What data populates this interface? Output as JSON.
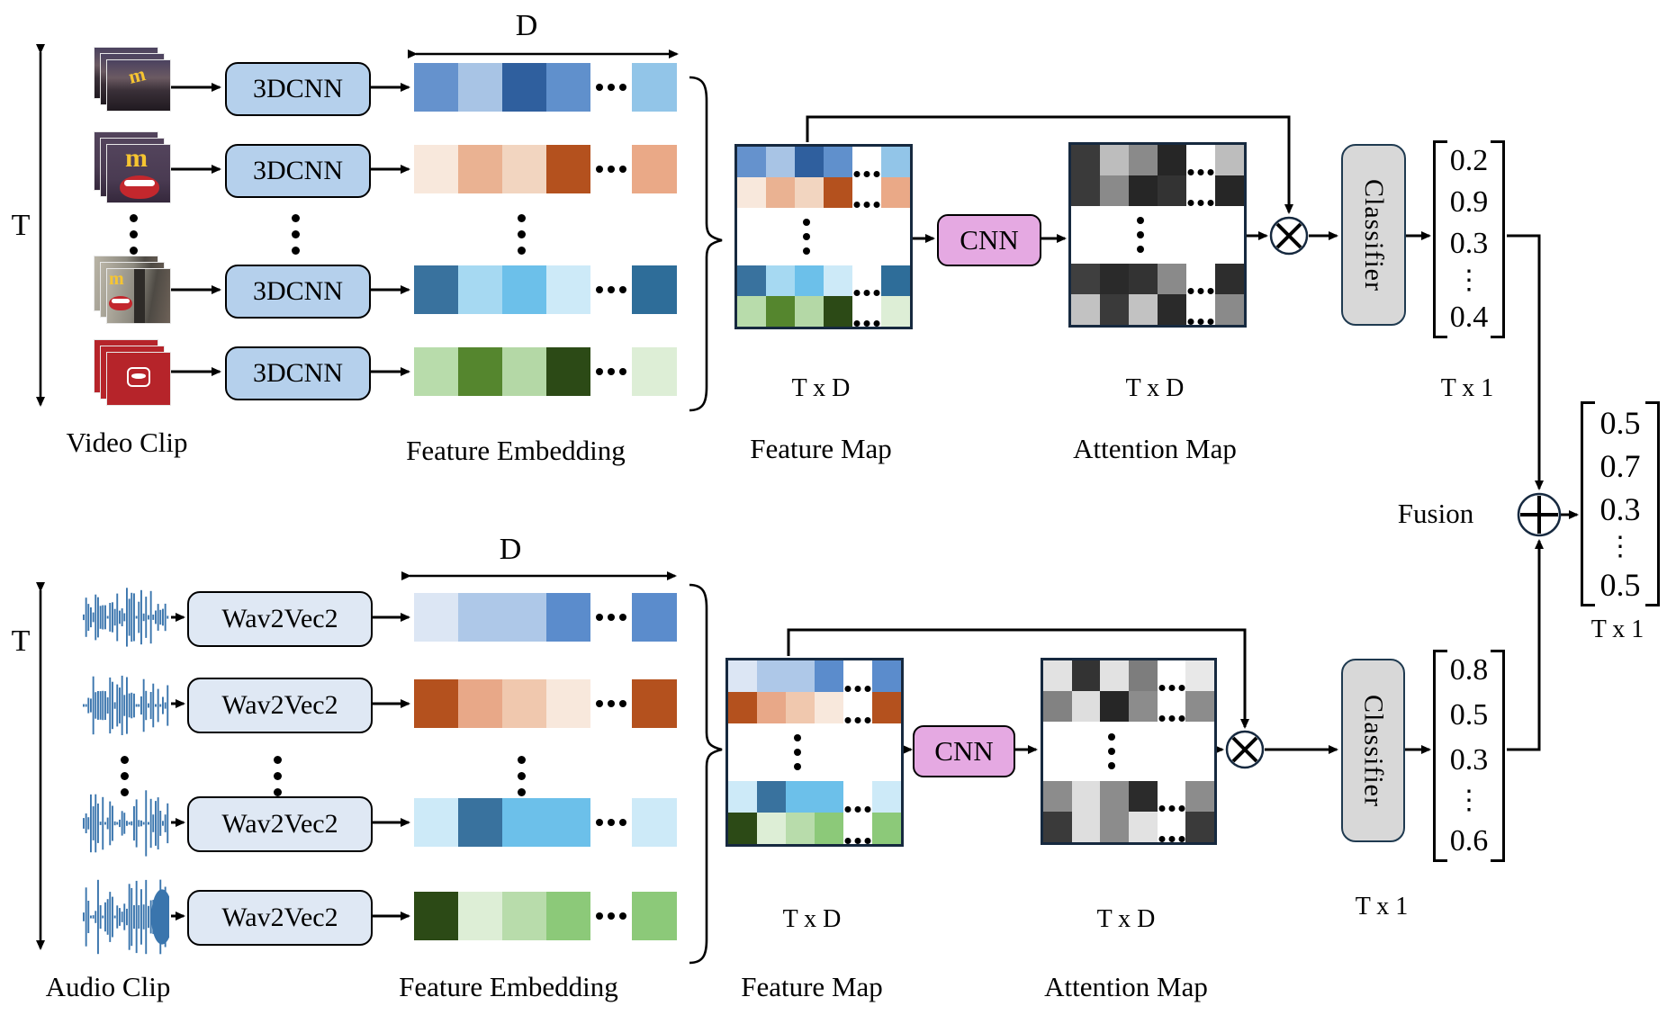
{
  "branches": {
    "video": {
      "time_axis_label": "T",
      "dim_axis_label": "D",
      "clip_label": "Video Clip",
      "encoder_label": "3DCNN",
      "embedding_label": "Feature Embedding",
      "feature_map_label": "Feature Map",
      "feature_map_dim": "T x D",
      "cnn_label": "CNN",
      "attention_map_label": "Attention Map",
      "attention_map_dim": "T x D",
      "classifier_label": "Classifier",
      "output_dim": "T x 1",
      "output_vector": [
        "0.2",
        "0.9",
        "0.3",
        "⋮",
        "0.4"
      ],
      "embedding_rows": [
        [
          "#6592cd",
          "#a8c4e5",
          "#2f5f9e",
          "#6090cc",
          "#92c5e8"
        ],
        [
          "#f8e8dc",
          "#eab292",
          "#f2d5c0",
          "#b4511e",
          "#eaa987"
        ],
        [
          "#39729e",
          "#a6d9f2",
          "#6cc0ea",
          "#cdeaf8",
          "#2e6d99"
        ],
        [
          "#b8dcab",
          "#55862e",
          "#b4d8a6",
          "#2c4a16",
          "#ddeed6"
        ]
      ],
      "attention_rows": [
        [
          "#3a3a3a",
          "#bdbdbd",
          "#8a8a8a",
          "#262626",
          "#bdbdbd"
        ],
        [
          "#3a3a3a",
          "#8a8a8a",
          "#262626",
          "#333333",
          "#262626"
        ],
        [
          "#3f3f3f",
          "#2a2a2a",
          "#333333",
          "#8a8a8a",
          "#2d2d2d"
        ],
        [
          "#c2c2c2",
          "#3a3a3a",
          "#c2c2c2",
          "#2a2a2a",
          "#8a8a8a"
        ]
      ]
    },
    "audio": {
      "time_axis_label": "T",
      "dim_axis_label": "D",
      "clip_label": "Audio Clip",
      "encoder_label": "Wav2Vec2",
      "embedding_label": "Feature Embedding",
      "feature_map_label": "Feature Map",
      "feature_map_dim": "T x D",
      "cnn_label": "CNN",
      "attention_map_label": "Attention Map",
      "attention_map_dim": "T x D",
      "classifier_label": "Classifier",
      "output_dim": "T x 1",
      "output_vector": [
        "0.8",
        "0.5",
        "0.3",
        "⋮",
        "0.6"
      ],
      "embedding_rows": [
        [
          "#dce6f4",
          "#aec8e8",
          "#aec8e8",
          "#5b8ccc",
          "#5b8ccc"
        ],
        [
          "#b4511e",
          "#e8a888",
          "#f0c8ae",
          "#f8e8dc",
          "#b4511e"
        ],
        [
          "#cdeaf8",
          "#39729e",
          "#6cc0ea",
          "#6cc0ea",
          "#cdeaf8"
        ],
        [
          "#2c4a16",
          "#ddeed6",
          "#b8dcab",
          "#8cc979",
          "#8cc979"
        ]
      ],
      "attention_rows": [
        [
          "#e2e2e2",
          "#333333",
          "#e2e2e2",
          "#7d7d7d",
          "#e8e8e8"
        ],
        [
          "#828282",
          "#dedede",
          "#262626",
          "#8c8c8c",
          "#8c8c8c"
        ],
        [
          "#8c8c8c",
          "#dedede",
          "#8c8c8c",
          "#2b2b2b",
          "#8c8c8c"
        ],
        [
          "#3a3a3a",
          "#dedede",
          "#8c8c8c",
          "#e2e2e2",
          "#3a3a3a"
        ]
      ]
    }
  },
  "fusion": {
    "label": "Fusion",
    "output_vector": [
      "0.5",
      "0.7",
      "0.3",
      "⋮",
      "0.5"
    ],
    "output_dim": "T x 1"
  },
  "icons": {
    "multiply": "circle-times ⊗",
    "add": "circle-plus ⊕",
    "vertical_ellipsis": "⋮",
    "horizontal_ellipsis": "•••"
  },
  "colors": {
    "encoder_video_fill": "#b5d0ec",
    "encoder_audio_fill": "#dfe8f4",
    "cnn_fill": "#e5a9e2",
    "classifier_fill": "#d8d8d8",
    "map_border": "#16293f",
    "waveform": "#3a75ad",
    "arrow": "#000000"
  }
}
